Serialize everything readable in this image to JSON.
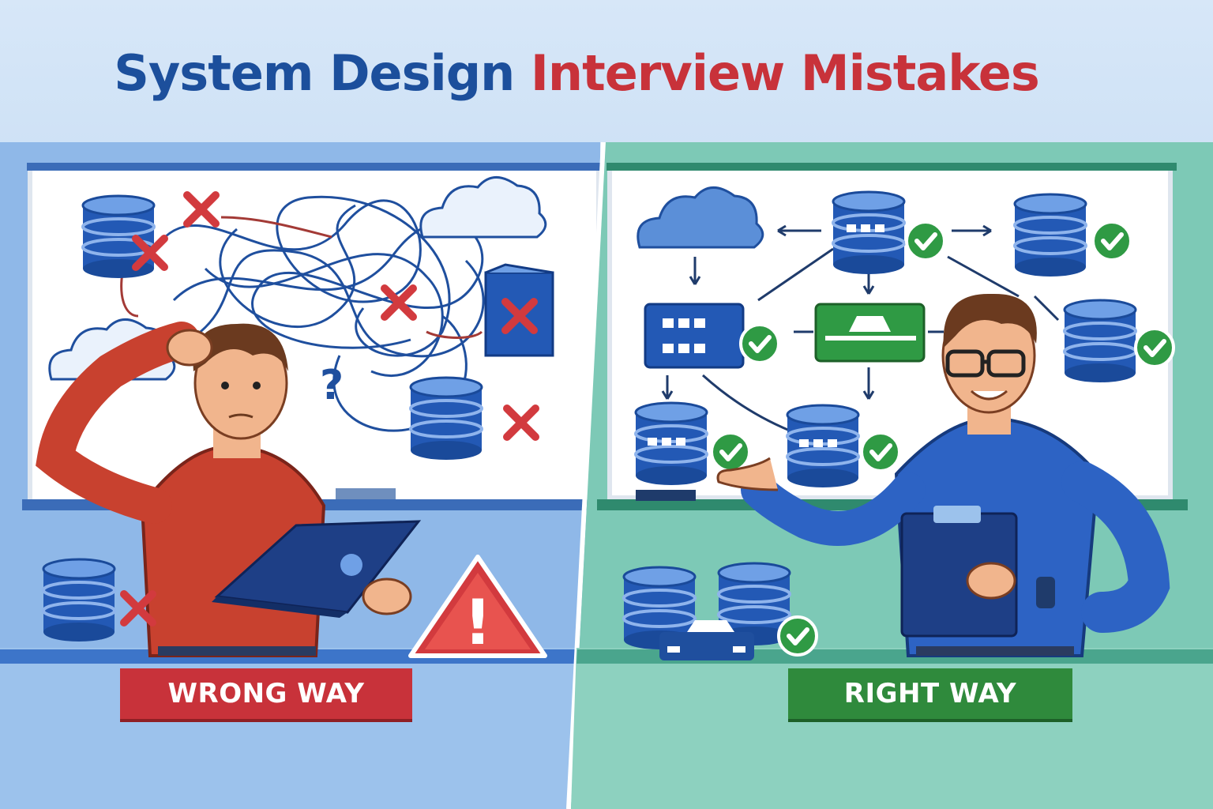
{
  "title": {
    "part1": "System Design",
    "part2": "Interview Mistakes"
  },
  "panels": {
    "wrong": {
      "label": "WRONG WAY",
      "accent": "#c8323a"
    },
    "right": {
      "label": "RIGHT WAY",
      "accent": "#2f8a3c"
    }
  },
  "marks": {
    "question": "?",
    "warning": "!"
  },
  "colors": {
    "blue": "#1f4f9e",
    "red": "#d23a3e",
    "green": "#2f9a44"
  }
}
